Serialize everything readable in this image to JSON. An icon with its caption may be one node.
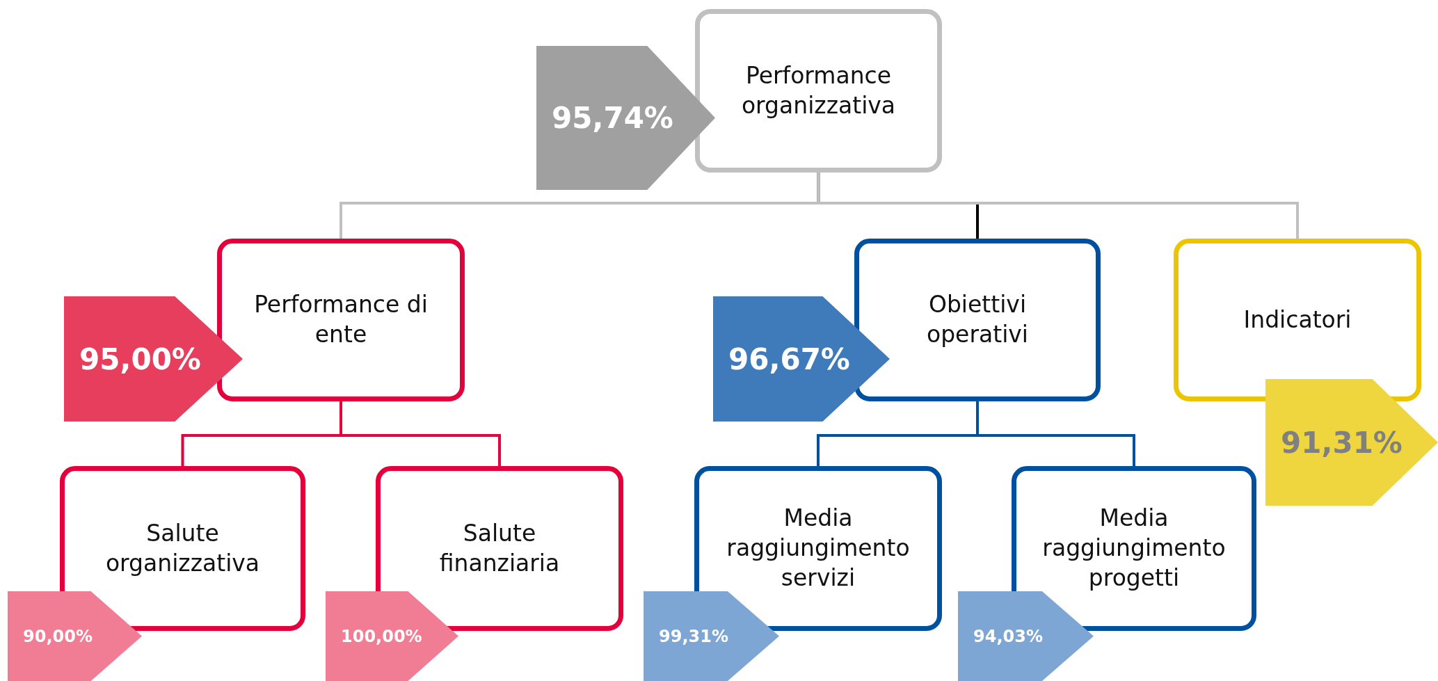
{
  "diagram": {
    "nodes": [
      {
        "text": [
          "Performance organizzativa"
        ]
      },
      {
        "text": [
          "95,74%"
        ]
      },
      {
        "text": [
          "Performance di ente"
        ]
      },
      {
        "text": [
          "95,00%"
        ]
      },
      {
        "text": [
          "Obiettivi operativi"
        ]
      },
      {
        "text": [
          "96,67%"
        ]
      },
      {
        "text": [
          "Indicatori"
        ]
      },
      {
        "text": [
          "91,31%"
        ]
      },
      {
        "text": [
          "Salute organizzativa"
        ]
      },
      {
        "text": [
          "Salute finanziaria"
        ]
      },
      {
        "text": [
          "Media raggiungimento servizi"
        ]
      },
      {
        "text": [
          "Media raggiungimento progetti"
        ]
      },
      {
        "text": [
          "90,00%"
        ]
      },
      {
        "text": [
          "100,00%"
        ]
      },
      {
        "text": [
          "99,31%"
        ]
      },
      {
        "text": [
          "94,03%"
        ]
      }
    ],
    "edges": [
      {
        "from": 0,
        "to": 4,
        "arrow": "none",
        "color": "#000000"
      },
      {
        "from": 0,
        "to": 2,
        "arrow": "none",
        "color": "#c0c0c0"
      },
      {
        "from": 0,
        "to": 6,
        "arrow": "none",
        "color": "#c0c0c0"
      },
      {
        "from": 2,
        "to": 8,
        "arrow": "none",
        "color": "#e4003a"
      },
      {
        "from": 2,
        "to": 9,
        "arrow": "none",
        "color": "#e4003a"
      },
      {
        "from": 4,
        "to": 10,
        "arrow": "none",
        "color": "#0050a0"
      },
      {
        "from": 4,
        "to": 11,
        "arrow": "none",
        "color": "#0050a0"
      }
    ]
  }
}
